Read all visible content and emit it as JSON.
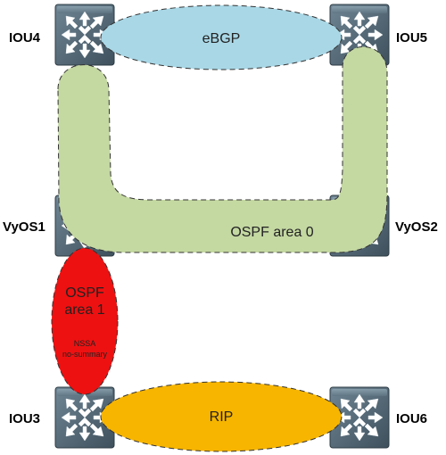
{
  "routers": {
    "iou4": {
      "label": "IOU4"
    },
    "iou5": {
      "label": "IOU5"
    },
    "vyos1": {
      "label": "VyOS1"
    },
    "vyos2": {
      "label": "VyOS2"
    },
    "iou3": {
      "label": "IOU3"
    },
    "iou6": {
      "label": "IOU6"
    }
  },
  "zones": {
    "ebgp": {
      "label": "eBGP",
      "color": "#a9d7e6"
    },
    "ospf0": {
      "label": "OSPF area 0",
      "color": "#c4d8a2"
    },
    "ospf1": {
      "label_line1": "OSPF",
      "label_line2": "area 1",
      "note_line1": "NSSA",
      "note_line2": "no-summary",
      "color": "#ee1111"
    },
    "rip": {
      "label": "RIP",
      "color": "#f7b500"
    }
  },
  "icon": "router-icon"
}
